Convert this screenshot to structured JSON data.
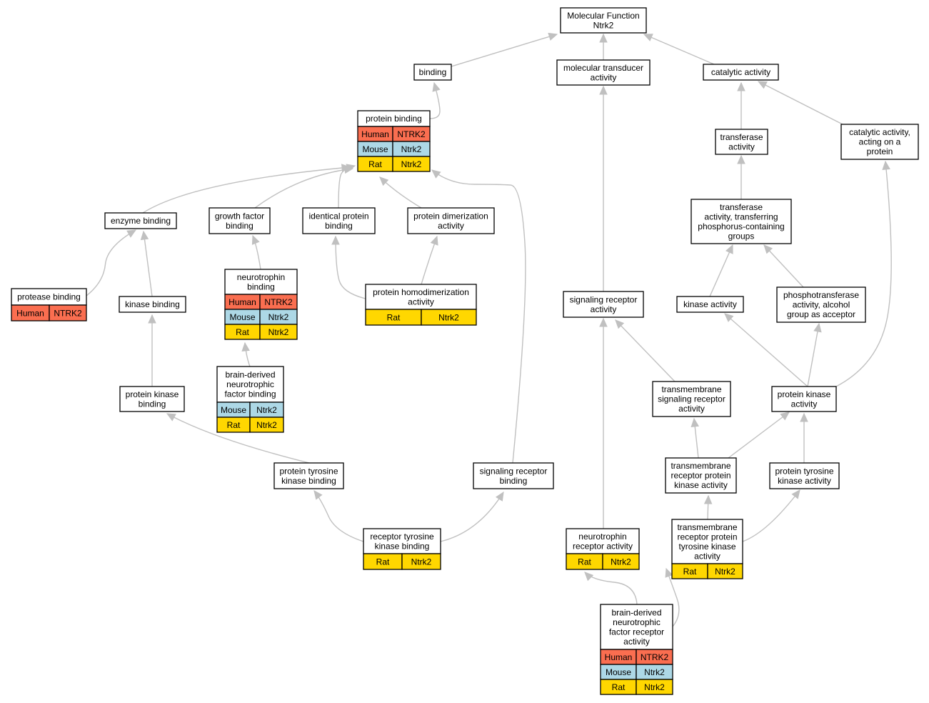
{
  "species_colors": {
    "Human": "#fa6e50",
    "Mouse": "#add8e6",
    "Rat": "#ffd700"
  },
  "nodes": [
    {
      "id": "mf",
      "label": [
        "Molecular Function",
        "Ntrk2"
      ],
      "rows": []
    },
    {
      "id": "binding",
      "label": [
        "binding"
      ],
      "rows": []
    },
    {
      "id": "mtransducer",
      "label": [
        "molecular transducer",
        "activity"
      ],
      "rows": []
    },
    {
      "id": "catalytic",
      "label": [
        "catalytic activity"
      ],
      "rows": []
    },
    {
      "id": "protbinding",
      "label": [
        "protein binding"
      ],
      "rows": [
        [
          "Human",
          "NTRK2"
        ],
        [
          "Mouse",
          "Ntrk2"
        ],
        [
          "Rat",
          "Ntrk2"
        ]
      ]
    },
    {
      "id": "transferase",
      "label": [
        "transferase",
        "activity"
      ],
      "rows": []
    },
    {
      "id": "catprot",
      "label": [
        "catalytic activity,",
        "acting on a",
        "protein"
      ],
      "rows": []
    },
    {
      "id": "enzbinding",
      "label": [
        "enzyme binding"
      ],
      "rows": []
    },
    {
      "id": "gfbinding",
      "label": [
        "growth factor",
        "binding"
      ],
      "rows": []
    },
    {
      "id": "identbinding",
      "label": [
        "identical protein",
        "binding"
      ],
      "rows": []
    },
    {
      "id": "dimer",
      "label": [
        "protein dimerization",
        "activity"
      ],
      "rows": []
    },
    {
      "id": "transphos",
      "label": [
        "transferase",
        "activity, transferring",
        "phosphorus-containing",
        "groups"
      ],
      "rows": []
    },
    {
      "id": "protease",
      "label": [
        "protease binding"
      ],
      "rows": [
        [
          "Human",
          "NTRK2"
        ]
      ]
    },
    {
      "id": "kinbinding",
      "label": [
        "kinase binding"
      ],
      "rows": []
    },
    {
      "id": "ntbinding",
      "label": [
        "neurotrophin",
        "binding"
      ],
      "rows": [
        [
          "Human",
          "NTRK2"
        ],
        [
          "Mouse",
          "Ntrk2"
        ],
        [
          "Rat",
          "Ntrk2"
        ]
      ]
    },
    {
      "id": "homodimer",
      "label": [
        "protein homodimerization",
        "activity"
      ],
      "rows": [
        [
          "Rat",
          "Ntrk2"
        ]
      ]
    },
    {
      "id": "sigreceptor",
      "label": [
        "signaling receptor",
        "activity"
      ],
      "rows": []
    },
    {
      "id": "kinact",
      "label": [
        "kinase activity"
      ],
      "rows": []
    },
    {
      "id": "phosphotrans",
      "label": [
        "phosphotransferase",
        "activity, alcohol",
        "group as acceptor"
      ],
      "rows": []
    },
    {
      "id": "bdnfbinding",
      "label": [
        "brain-derived",
        "neurotrophic",
        "factor binding"
      ],
      "rows": [
        [
          "Mouse",
          "Ntrk2"
        ],
        [
          "Rat",
          "Ntrk2"
        ]
      ]
    },
    {
      "id": "pkbinding",
      "label": [
        "protein kinase",
        "binding"
      ],
      "rows": []
    },
    {
      "id": "tmsig",
      "label": [
        "transmembrane",
        "signaling receptor",
        "activity"
      ],
      "rows": []
    },
    {
      "id": "pkact",
      "label": [
        "protein kinase",
        "activity"
      ],
      "rows": []
    },
    {
      "id": "ptkbinding",
      "label": [
        "protein tyrosine",
        "kinase binding"
      ],
      "rows": []
    },
    {
      "id": "sigrecbinding",
      "label": [
        "signaling receptor",
        "binding"
      ],
      "rows": []
    },
    {
      "id": "tmrpk",
      "label": [
        "transmembrane",
        "receptor protein",
        "kinase activity"
      ],
      "rows": []
    },
    {
      "id": "ptkact",
      "label": [
        "protein tyrosine",
        "kinase activity"
      ],
      "rows": []
    },
    {
      "id": "rtkbinding",
      "label": [
        "receptor tyrosine",
        "kinase binding"
      ],
      "rows": [
        [
          "Rat",
          "Ntrk2"
        ]
      ]
    },
    {
      "id": "ntreceptor",
      "label": [
        "neurotrophin",
        "receptor activity"
      ],
      "rows": [
        [
          "Rat",
          "Ntrk2"
        ]
      ]
    },
    {
      "id": "tmrptk",
      "label": [
        "transmembrane",
        "receptor protein",
        "tyrosine kinase",
        "activity"
      ],
      "rows": [
        [
          "Rat",
          "Ntrk2"
        ]
      ]
    },
    {
      "id": "bdnfreceptor",
      "label": [
        "brain-derived",
        "neurotrophic",
        "factor receptor",
        "activity"
      ],
      "rows": [
        [
          "Human",
          "NTRK2"
        ],
        [
          "Mouse",
          "Ntrk2"
        ],
        [
          "Rat",
          "Ntrk2"
        ]
      ]
    }
  ],
  "edges": [
    {
      "from": "binding",
      "to": "mf"
    },
    {
      "from": "mtransducer",
      "to": "mf"
    },
    {
      "from": "catalytic",
      "to": "mf"
    },
    {
      "from": "protbinding",
      "to": "binding"
    },
    {
      "from": "transferase",
      "to": "catalytic"
    },
    {
      "from": "catprot",
      "to": "catalytic"
    },
    {
      "from": "enzbinding",
      "to": "protbinding"
    },
    {
      "from": "gfbinding",
      "to": "protbinding"
    },
    {
      "from": "identbinding",
      "to": "protbinding"
    },
    {
      "from": "dimer",
      "to": "protbinding"
    },
    {
      "from": "sigrecbinding",
      "to": "protbinding"
    },
    {
      "from": "transphos",
      "to": "transferase"
    },
    {
      "from": "protease",
      "to": "enzbinding"
    },
    {
      "from": "kinbinding",
      "to": "enzbinding"
    },
    {
      "from": "ntbinding",
      "to": "gfbinding"
    },
    {
      "from": "homodimer",
      "to": "identbinding"
    },
    {
      "from": "homodimer",
      "to": "dimer"
    },
    {
      "from": "sigreceptor",
      "to": "mtransducer"
    },
    {
      "from": "kinact",
      "to": "transphos"
    },
    {
      "from": "phosphotrans",
      "to": "transphos"
    },
    {
      "from": "bdnfbinding",
      "to": "ntbinding"
    },
    {
      "from": "pkbinding",
      "to": "kinbinding"
    },
    {
      "from": "tmsig",
      "to": "sigreceptor"
    },
    {
      "from": "pkact",
      "to": "kinact"
    },
    {
      "from": "pkact",
      "to": "phosphotrans"
    },
    {
      "from": "pkact",
      "to": "catprot"
    },
    {
      "from": "ptkbinding",
      "to": "pkbinding"
    },
    {
      "from": "tmrpk",
      "to": "tmsig"
    },
    {
      "from": "tmrpk",
      "to": "pkact"
    },
    {
      "from": "ptkact",
      "to": "pkact"
    },
    {
      "from": "rtkbinding",
      "to": "ptkbinding"
    },
    {
      "from": "rtkbinding",
      "to": "sigrecbinding"
    },
    {
      "from": "ntreceptor",
      "to": "sigreceptor"
    },
    {
      "from": "tmrptk",
      "to": "tmrpk"
    },
    {
      "from": "tmrptk",
      "to": "ptkact"
    },
    {
      "from": "bdnfreceptor",
      "to": "ntreceptor"
    },
    {
      "from": "bdnfreceptor",
      "to": "tmrptk"
    }
  ]
}
